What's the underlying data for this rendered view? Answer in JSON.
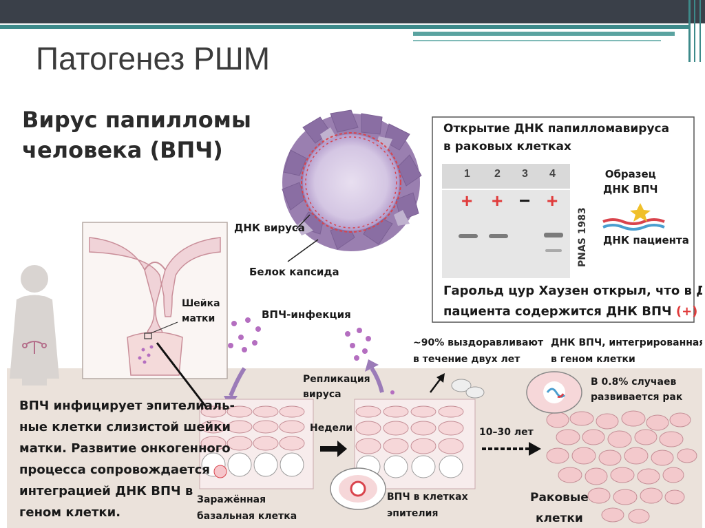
{
  "slide": {
    "title": "Патогенез РШМ"
  },
  "diagram": {
    "heading": [
      "Вирус папилломы",
      "человека (ВПЧ)"
    ],
    "virus_labels": {
      "dna": "ДНК вируса",
      "capsid": "Белок капсида"
    },
    "gel": {
      "title": [
        "Открытие ДНК папилломавируса",
        "в раковых клетках"
      ],
      "lanes": [
        "1",
        "2",
        "3",
        "4"
      ],
      "signs": [
        "+",
        "+",
        "−",
        "+"
      ],
      "citation": "PNAS 1983",
      "sample_label": [
        "Образец",
        "ДНК ВПЧ"
      ],
      "patient_label": "ДНК пациента",
      "caption": [
        "Гарольд цур Хаузен открыл, что в ДНК",
        "пациента содержится ДНК ВПЧ"
      ],
      "caption_sign": "(+)"
    },
    "cervix_label": [
      "Шейка",
      "матки"
    ],
    "infection_label": "ВПЧ-инфекция",
    "replication_label": [
      "Репликация",
      "вируса"
    ],
    "recovery_label": [
      "~90% выздоравливают",
      "в течение двух лет"
    ],
    "integrated_label": [
      "ДНК ВПЧ, интегрированная",
      "в геном клетки"
    ],
    "cancer_pct_label": [
      "В 0.8% случаев",
      "развивается рак"
    ],
    "weeks_label": "Недели",
    "years_label": "10–30 лет",
    "infected_cell_label": [
      "Заражённая",
      "базальная клетка"
    ],
    "epithelium_label": [
      "ВПЧ в клетках",
      "эпителия"
    ],
    "cancer_cells_label": [
      "Раковые",
      "клетки"
    ],
    "description": [
      "ВПЧ инфицирует эпителиаль-",
      "ные клетки слизистой шейки",
      "матки. Развитие онкогенного",
      "процесса сопровождается",
      "интеграцией ДНК ВПЧ в",
      "геном клетки."
    ],
    "colors": {
      "virus": "#9a7fb0",
      "dna": "#d9434c",
      "tissue": "#ebe2db",
      "cell": "#f6d7d9",
      "arrow": "#9b7bb8"
    }
  }
}
